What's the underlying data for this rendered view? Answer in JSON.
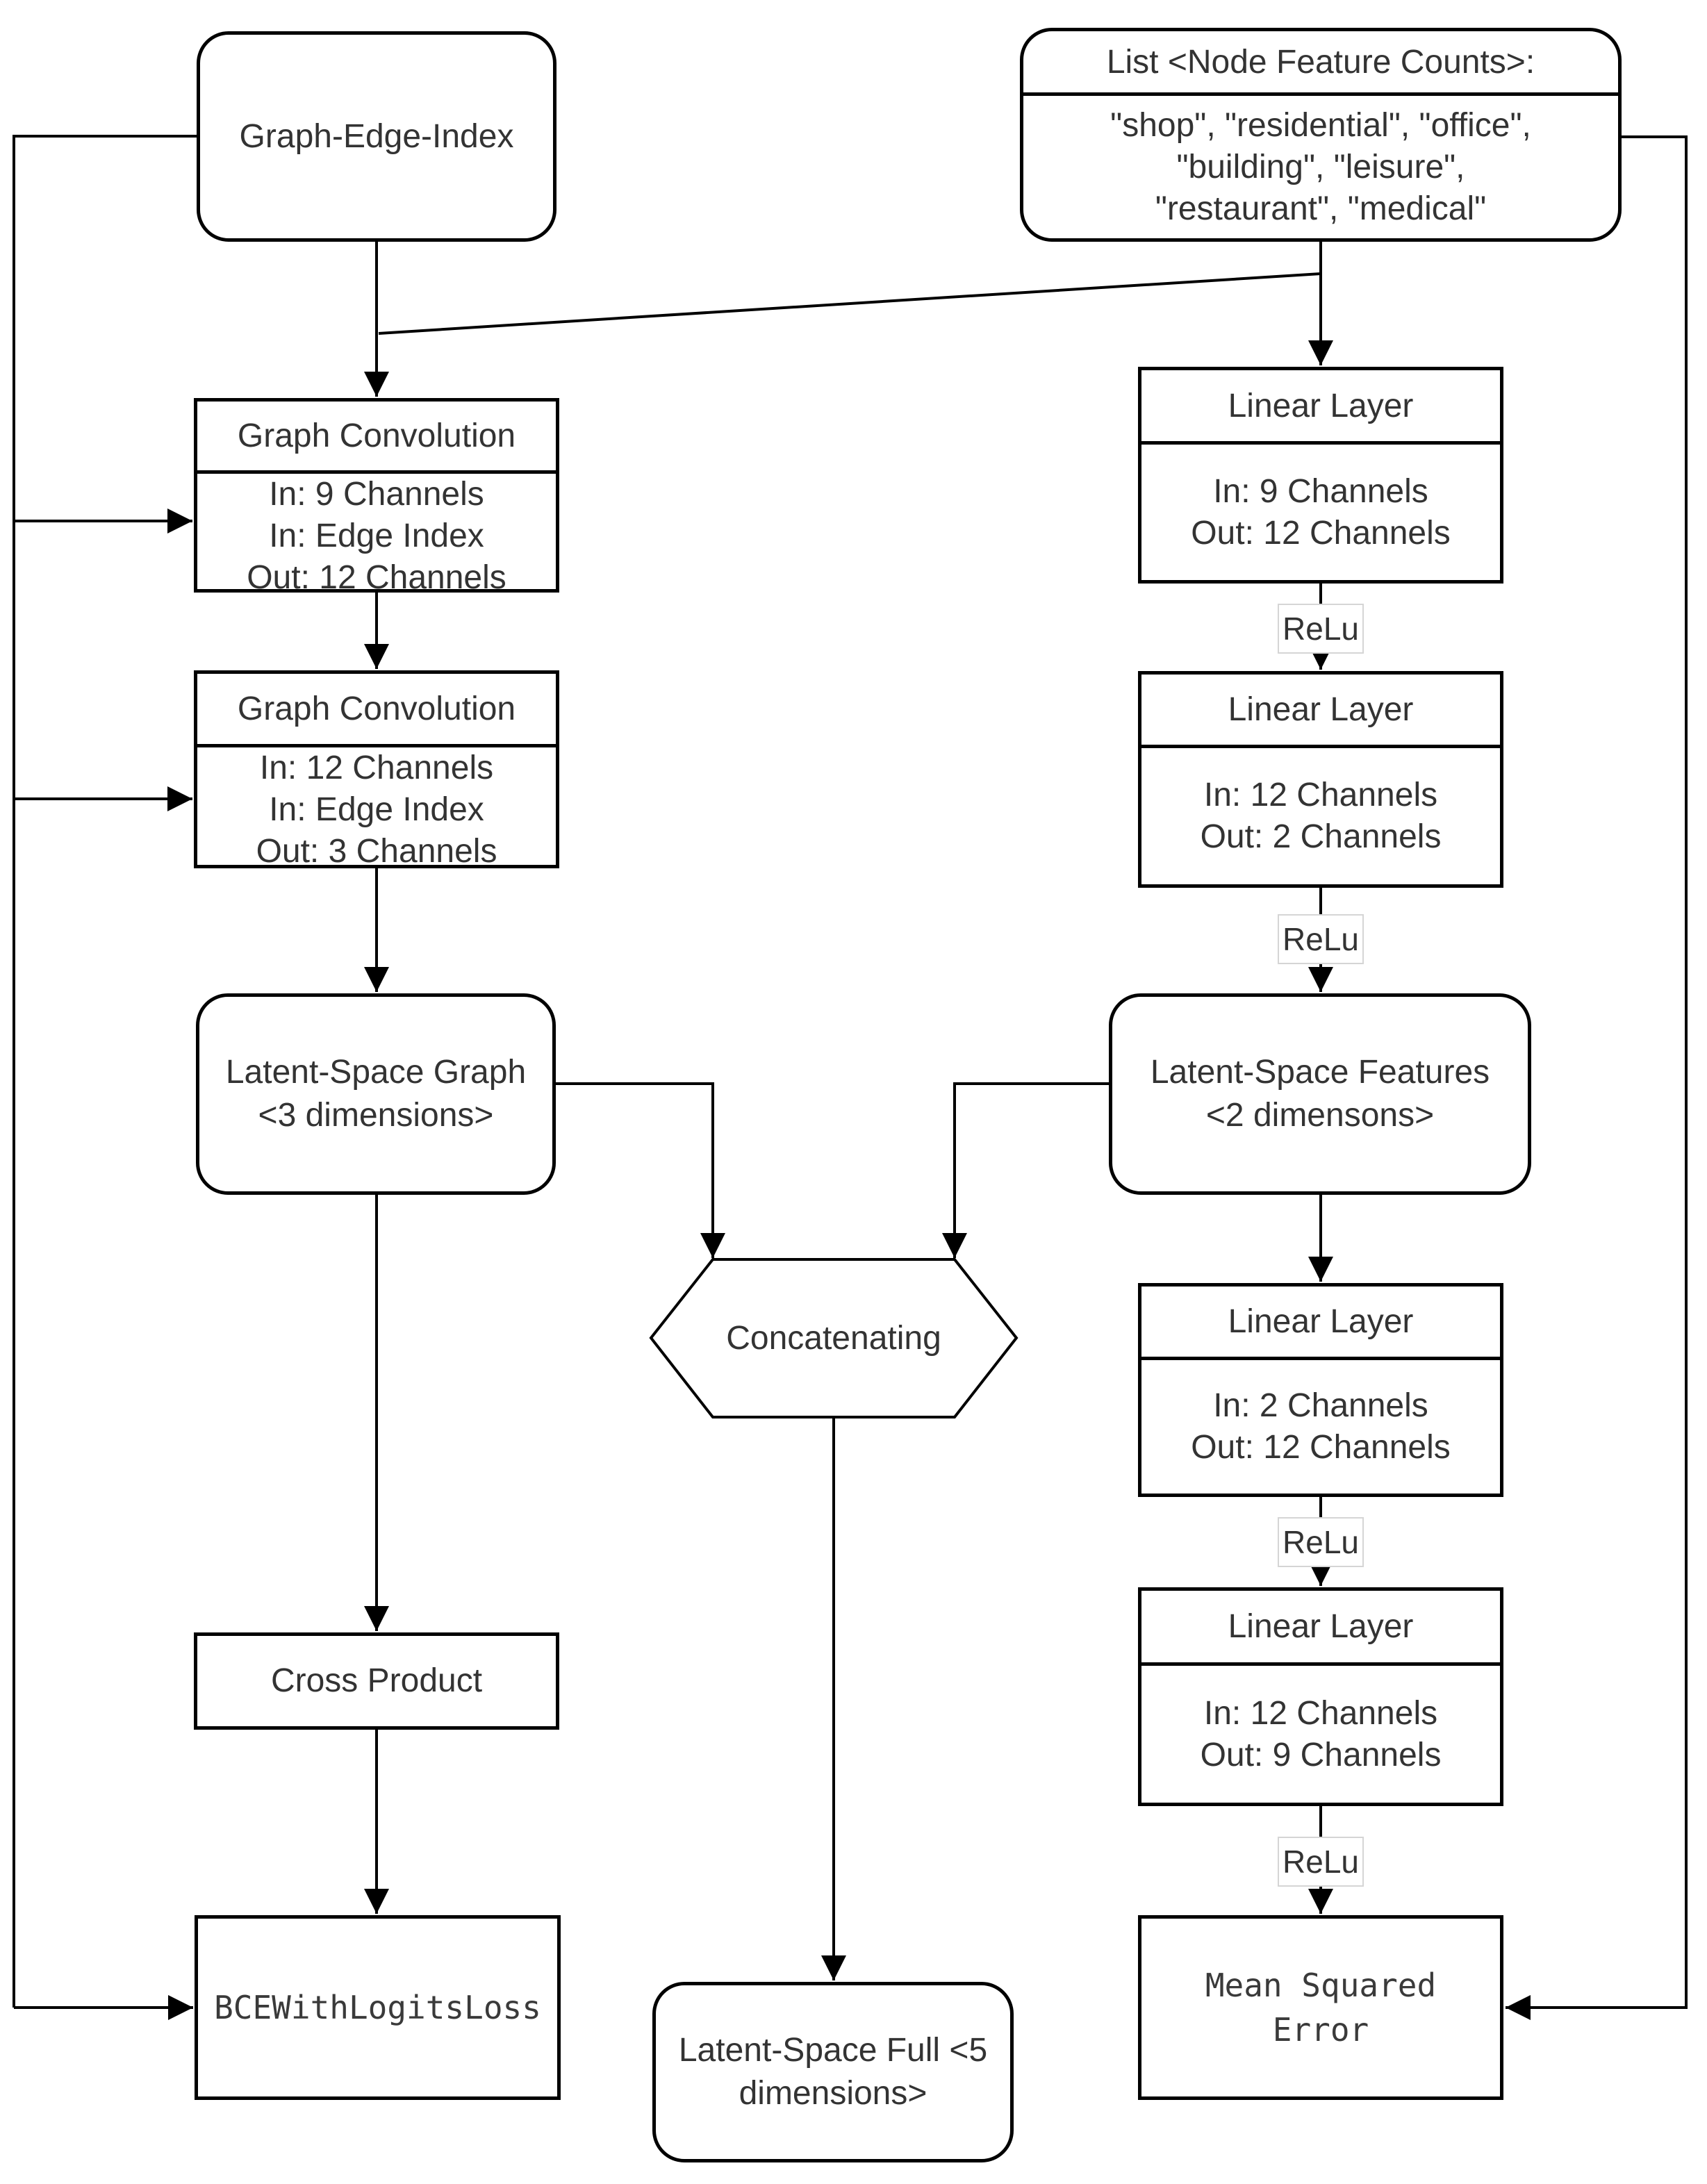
{
  "colors": {
    "background": "#ffffff",
    "line": "#000000",
    "text": "#333333",
    "mono_text": "#3a3a3a",
    "relu_border": "#d5d5d5"
  },
  "nodes": {
    "graph_edge_index": {
      "label": "Graph-Edge-Index"
    },
    "node_feature_list": {
      "header": "List <Node Feature Counts>:",
      "body": [
        "\"shop\", \"residential\", \"office\",",
        "\"building\", \"leisure\",",
        "\"restaurant\", \"medical\""
      ]
    },
    "graph_conv_1": {
      "header": "Graph Convolution",
      "body": [
        "In: 9 Channels",
        "In: Edge Index",
        "Out: 12 Channels"
      ]
    },
    "graph_conv_2": {
      "header": "Graph Convolution",
      "body": [
        "In: 12 Channels",
        "In: Edge Index",
        "Out: 3 Channels"
      ]
    },
    "linear_layer_1": {
      "header": "Linear Layer",
      "body": [
        "In: 9 Channels",
        "Out: 12 Channels"
      ]
    },
    "linear_layer_2": {
      "header": "Linear Layer",
      "body": [
        "In: 12 Channels",
        "Out: 2 Channels"
      ]
    },
    "linear_layer_3": {
      "header": "Linear Layer",
      "body": [
        "In: 2 Channels",
        "Out: 12 Channels"
      ]
    },
    "linear_layer_4": {
      "header": "Linear Layer",
      "body": [
        "In: 12 Channels",
        "Out: 9 Channels"
      ]
    },
    "latent_space_graph": {
      "line1": "Latent-Space Graph",
      "line2": "<3 dimensions>"
    },
    "latent_space_features": {
      "line1": "Latent-Space Features",
      "line2": "<2 dimensons>"
    },
    "concatenating": {
      "label": "Concatenating"
    },
    "cross_product": {
      "label": "Cross Product"
    },
    "bce_with_logits_loss": {
      "label": "BCEWithLogitsLoss"
    },
    "mean_squared_error": {
      "line1": "Mean Squared",
      "line2": "Error"
    },
    "latent_space_full": {
      "line1": "Latent-Space Full <5",
      "line2": "dimensions>"
    },
    "relu": {
      "label": "ReLu"
    }
  }
}
